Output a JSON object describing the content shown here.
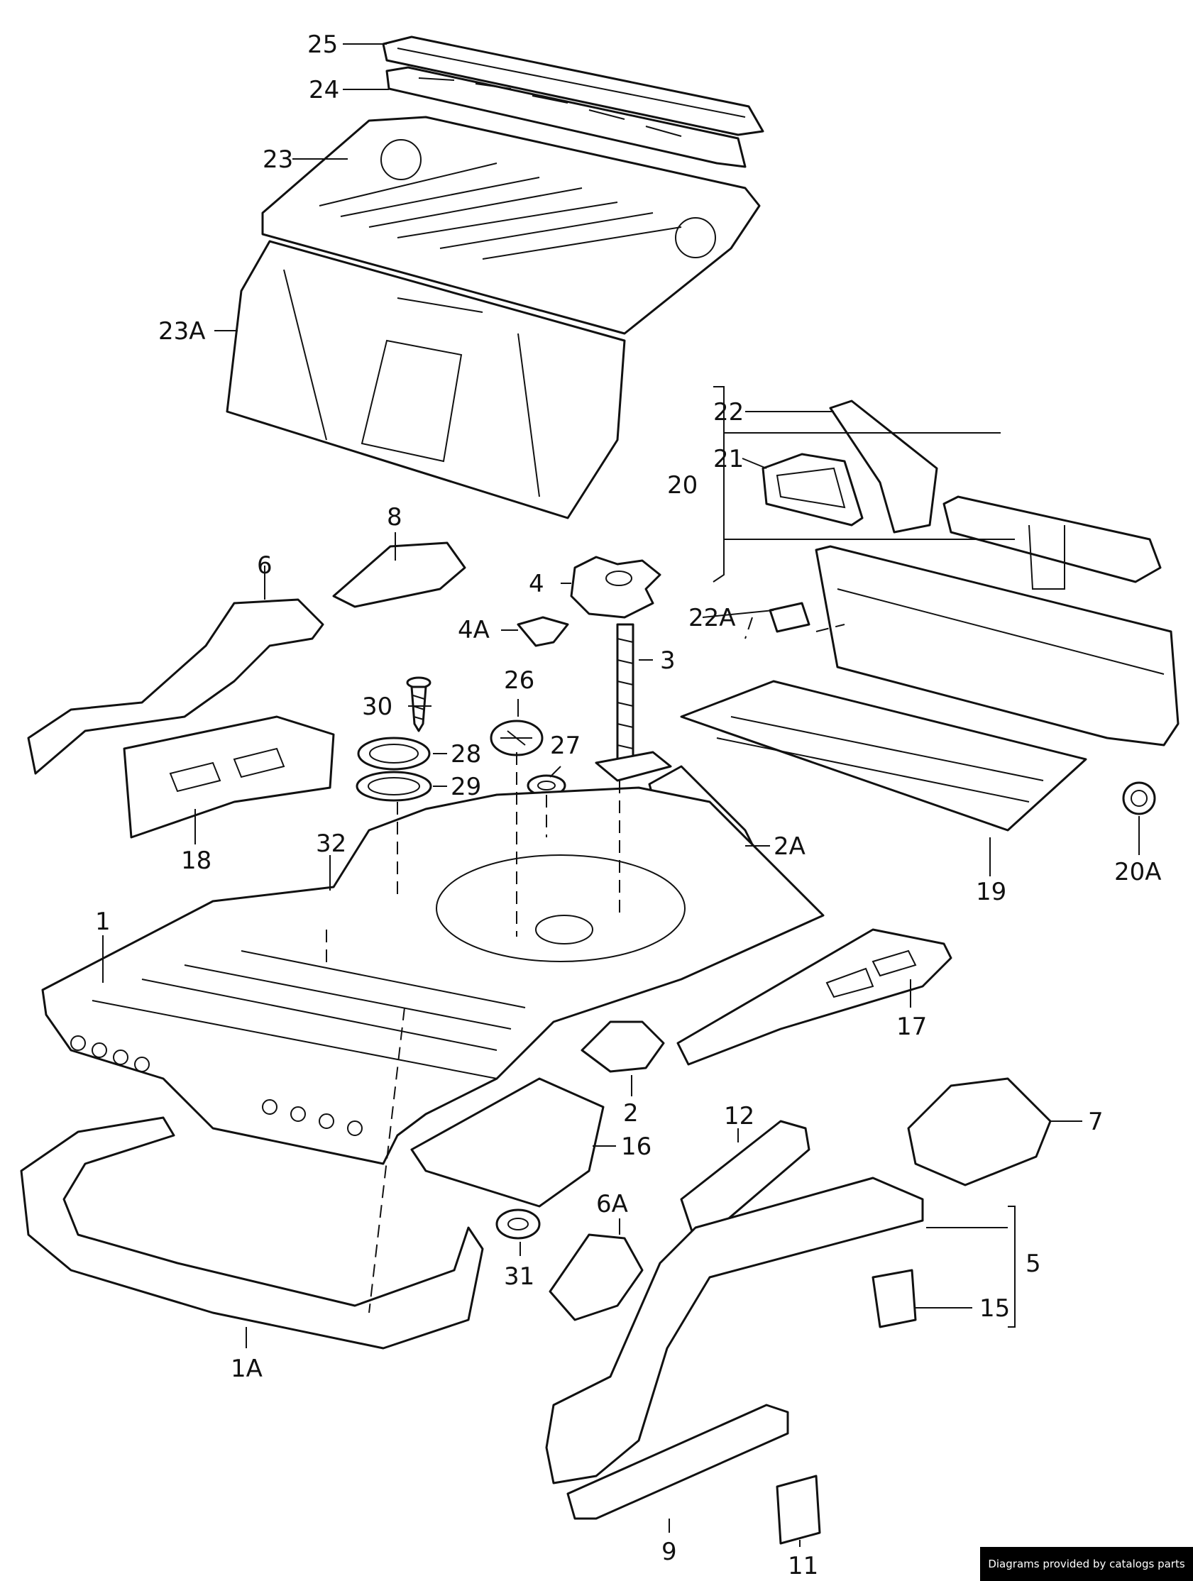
{
  "callouts": [
    {
      "id": "c25",
      "text": "25"
    },
    {
      "id": "c24",
      "text": "24"
    },
    {
      "id": "c23",
      "text": "23"
    },
    {
      "id": "c23A",
      "text": "23A"
    },
    {
      "id": "c22",
      "text": "22"
    },
    {
      "id": "c21",
      "text": "21"
    },
    {
      "id": "c20",
      "text": "20"
    },
    {
      "id": "c8",
      "text": "8"
    },
    {
      "id": "c6",
      "text": "6"
    },
    {
      "id": "c4",
      "text": "4"
    },
    {
      "id": "c4A",
      "text": "4A"
    },
    {
      "id": "c22A",
      "text": "22A"
    },
    {
      "id": "c3",
      "text": "3"
    },
    {
      "id": "c30",
      "text": "30"
    },
    {
      "id": "c26",
      "text": "26"
    },
    {
      "id": "c27",
      "text": "27"
    },
    {
      "id": "c28",
      "text": "28"
    },
    {
      "id": "c29",
      "text": "29"
    },
    {
      "id": "c2A",
      "text": "2A"
    },
    {
      "id": "c18",
      "text": "18"
    },
    {
      "id": "c32",
      "text": "32"
    },
    {
      "id": "c20A",
      "text": "20A"
    },
    {
      "id": "c19",
      "text": "19"
    },
    {
      "id": "c1",
      "text": "1"
    },
    {
      "id": "c17",
      "text": "17"
    },
    {
      "id": "c2",
      "text": "2"
    },
    {
      "id": "c7",
      "text": "7"
    },
    {
      "id": "c12",
      "text": "12"
    },
    {
      "id": "c16",
      "text": "16"
    },
    {
      "id": "c6A",
      "text": "6A"
    },
    {
      "id": "c5",
      "text": "5"
    },
    {
      "id": "c31",
      "text": "31"
    },
    {
      "id": "c15",
      "text": "15"
    },
    {
      "id": "c1A",
      "text": "1A"
    },
    {
      "id": "c9",
      "text": "9"
    },
    {
      "id": "c11",
      "text": "11"
    }
  ],
  "credit": "Diagrams provided by catalogs parts"
}
